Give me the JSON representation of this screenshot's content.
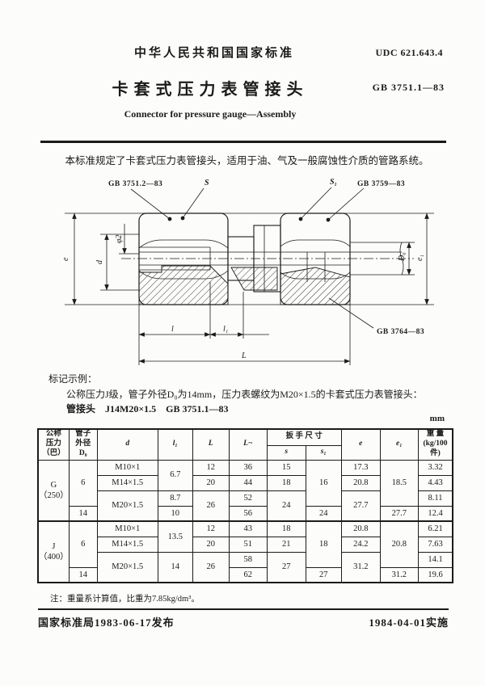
{
  "header": {
    "standard_org": "中华人民共和国国家标准",
    "udc": "UDC 621.643.4",
    "title": "卡套式压力表管接头",
    "std_no": "GB 3751.1—83",
    "title_en": "Connector for pressure gauge—Assembly"
  },
  "scope": "本标准规定了卡套式压力表管接头，适用于油、气及一般腐蚀性介质的管路系统。",
  "drawing": {
    "label_gb3751_2": "GB 3751.2—83",
    "label_s": "S",
    "label_s1": "S₁",
    "label_gb3759": "GB 3759—83",
    "label_gb3764": "GB 3764—83",
    "dim_e": "e",
    "dim_d": "d",
    "dim_phi2": "φ2",
    "dim_d0": "D₀",
    "dim_e1": "e₁",
    "dim_l": "l",
    "dim_l1": "l₁",
    "dim_L": "L"
  },
  "marking": {
    "heading": "标记示例：",
    "line1": "公称压力J级，管子外径D₀为14mm，压力表螺纹为M20×1.5的卡套式压力表管接头：",
    "line2": "管接头　J14M20×1.5　GB 3751.1—83"
  },
  "table": {
    "unit": "mm",
    "headers": {
      "pressure": "公称\n压力\n（巴）",
      "outer_dia": "管子\n外径\nD₀",
      "d": "d",
      "l1": "l₁",
      "L": "L",
      "L_approx": "L~",
      "wrench": "扳 手 尺 寸",
      "s": "s",
      "s1": "s₁",
      "e": "e",
      "e1": "e₁",
      "weight": "重 量\n(kg/100件)"
    },
    "rows": [
      [
        "G\n（250）",
        "6",
        "M10×1",
        "6.7",
        "12",
        "36",
        "15",
        "16",
        "17.3",
        "18.5",
        "3.32"
      ],
      [
        "M14×1.5",
        "20",
        "44",
        "18",
        "20.8",
        "4.43"
      ],
      [
        "M20×1.5",
        "8.7",
        "26",
        "52",
        "24",
        "27.7",
        "8.11"
      ],
      [
        "14",
        "10",
        "56",
        "24",
        "27.7",
        "12.4"
      ],
      [
        "J\n（400）",
        "6",
        "M10×1",
        "13.5",
        "12",
        "43",
        "18",
        "18",
        "20.8",
        "20.8",
        "6.21"
      ],
      [
        "M14×1.5",
        "20",
        "51",
        "21",
        "24.2",
        "7.63"
      ],
      [
        "M20×1.5",
        "14",
        "26",
        "58",
        "27",
        "31.2",
        "14.1"
      ],
      [
        "14",
        "62",
        "27",
        "31.2",
        "19.6"
      ]
    ]
  },
  "note": "注：重量系计算值，比重为7.85kg/dm³。",
  "footer": {
    "issued": "国家标准局1983-06-17发布",
    "effective": "1984-04-01实施"
  }
}
